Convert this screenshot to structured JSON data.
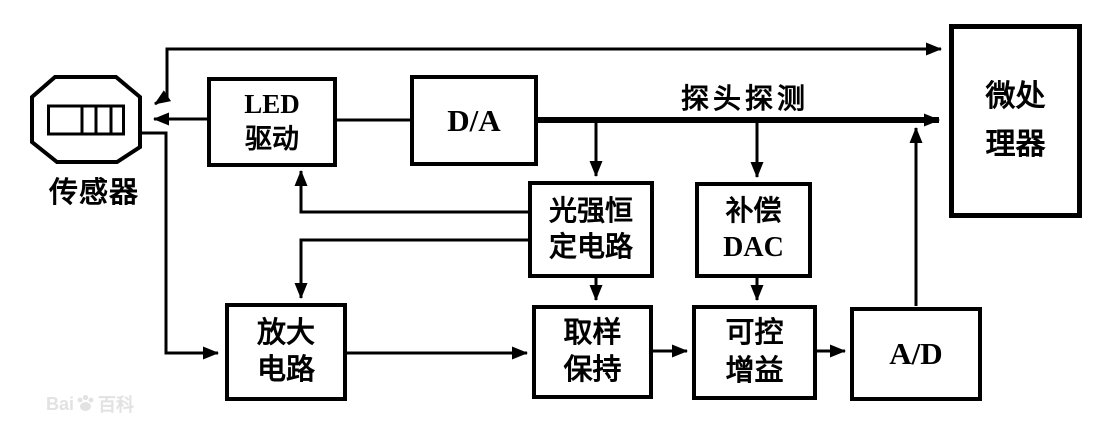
{
  "colors": {
    "ink": "#000000",
    "background": "#ffffff",
    "watermark": "#e2e2e2"
  },
  "nodes": {
    "led_driver": {
      "line1": "LED",
      "line2": "驱动"
    },
    "da": {
      "line1": "D/A"
    },
    "mcu": {
      "line1": "微处",
      "line2": "理器"
    },
    "light_const": {
      "line1": "光强恒",
      "line2": "定电路"
    },
    "comp_dac": {
      "line1": "补偿",
      "line2": "DAC"
    },
    "amp": {
      "line1": "放大",
      "line2": "电路"
    },
    "sample_hold": {
      "line1": "取样",
      "line2": "保持"
    },
    "var_gain": {
      "line1": "可控",
      "line2": "增益"
    },
    "ad": {
      "line1": "A/D"
    }
  },
  "labels": {
    "sensor": "传感器",
    "bus": "探头探测"
  },
  "watermark": {
    "prefix": "Bai",
    "suffix": "百科"
  },
  "connections": [
    {
      "from": "sensor",
      "to": "mcu",
      "arrows": "both",
      "style": "thin"
    },
    {
      "from": "led_driver",
      "to": "sensor",
      "arrows": "end",
      "style": "thin"
    },
    {
      "from": "sensor",
      "to": "amp",
      "arrows": "end",
      "style": "thin"
    },
    {
      "from": "led_driver",
      "to": "da",
      "arrows": "none",
      "style": "thin"
    },
    {
      "from": "da",
      "to": "mcu",
      "arrows": "end",
      "style": "thick",
      "label": "探头探测"
    },
    {
      "from": "bus",
      "to": "light_const",
      "arrows": "end",
      "style": "thin"
    },
    {
      "from": "bus",
      "to": "comp_dac",
      "arrows": "end",
      "style": "thin"
    },
    {
      "from": "ad",
      "to": "bus",
      "arrows": "end",
      "style": "thin"
    },
    {
      "from": "light_const",
      "to": "led_driver",
      "arrows": "end",
      "style": "thin"
    },
    {
      "from": "light_const",
      "to": "amp",
      "arrows": "end",
      "style": "thin"
    },
    {
      "from": "light_const",
      "to": "sample_hold",
      "arrows": "end",
      "style": "thin"
    },
    {
      "from": "comp_dac",
      "to": "var_gain",
      "arrows": "end",
      "style": "thin"
    },
    {
      "from": "amp",
      "to": "sample_hold",
      "arrows": "end",
      "style": "thin"
    },
    {
      "from": "sample_hold",
      "to": "var_gain",
      "arrows": "end",
      "style": "thin"
    },
    {
      "from": "var_gain",
      "to": "ad",
      "arrows": "end",
      "style": "thin"
    }
  ]
}
